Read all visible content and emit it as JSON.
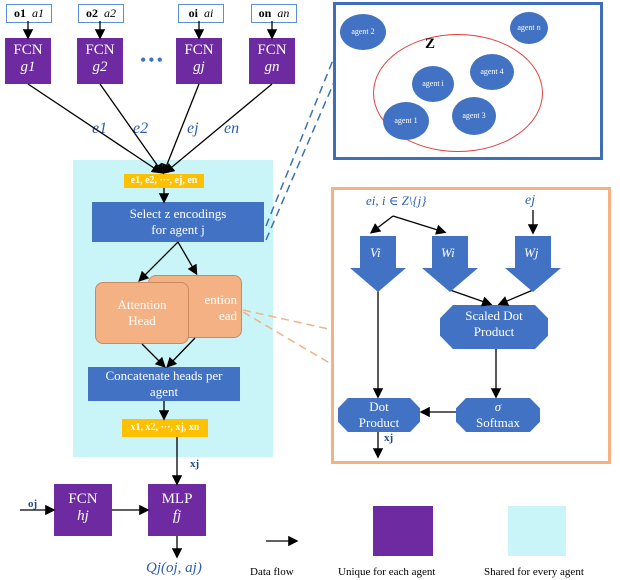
{
  "observations": [
    {
      "o": "o1",
      "a": "a1"
    },
    {
      "o": "o2",
      "a": "a2"
    },
    {
      "o": "oi",
      "a": "ai"
    },
    {
      "o": "on",
      "a": "an"
    }
  ],
  "fcn": [
    {
      "title": "FCN",
      "sub": "g1"
    },
    {
      "title": "FCN",
      "sub": "g2"
    },
    {
      "title": "FCN",
      "sub": "gj"
    },
    {
      "title": "FCN",
      "sub": "gn"
    }
  ],
  "dots": "•••",
  "encodings": [
    "e1",
    "e2",
    "ej",
    "en"
  ],
  "encoding_bar": "e1, e2, ···, ej, en",
  "select_label": "Select z encodings for agent j",
  "attention_back": "ention ead",
  "attention_front": "Attention Head",
  "concat_label": "Concatenate heads per agent",
  "x_bar": "x1, x2, ···, xj, xn",
  "xj": "xj",
  "oj": "oj",
  "fcn_h": {
    "title": "FCN",
    "sub": "hj"
  },
  "mlp": {
    "title": "MLP",
    "sub": "fj"
  },
  "q_label": "Qj(oj, aj)",
  "agents_panel": {
    "z_label": "Z",
    "agents": [
      "agent 2",
      "agent n",
      "agent i",
      "agent 4",
      "agent 1",
      "agent 3"
    ]
  },
  "attn_detail": {
    "ei_label": "ei, i ∈ Z\\{j}",
    "ej_label": "ej",
    "v": "Vi",
    "w": "Wi",
    "wj": "Wj",
    "scaled": "Scaled Dot Product",
    "softmax": "Softmax",
    "sigma": "σ",
    "dot": "Dot Product",
    "out": "xj"
  },
  "legend": {
    "flow": "Data flow",
    "unique": "Unique for each agent",
    "shared": "Shared for every agent"
  },
  "colors": {
    "purple": "#6e2aa0",
    "blue": "#4272c4",
    "cyan": "#c9f5f8",
    "orange": "#f4b184",
    "yellow": "#ffc000"
  }
}
